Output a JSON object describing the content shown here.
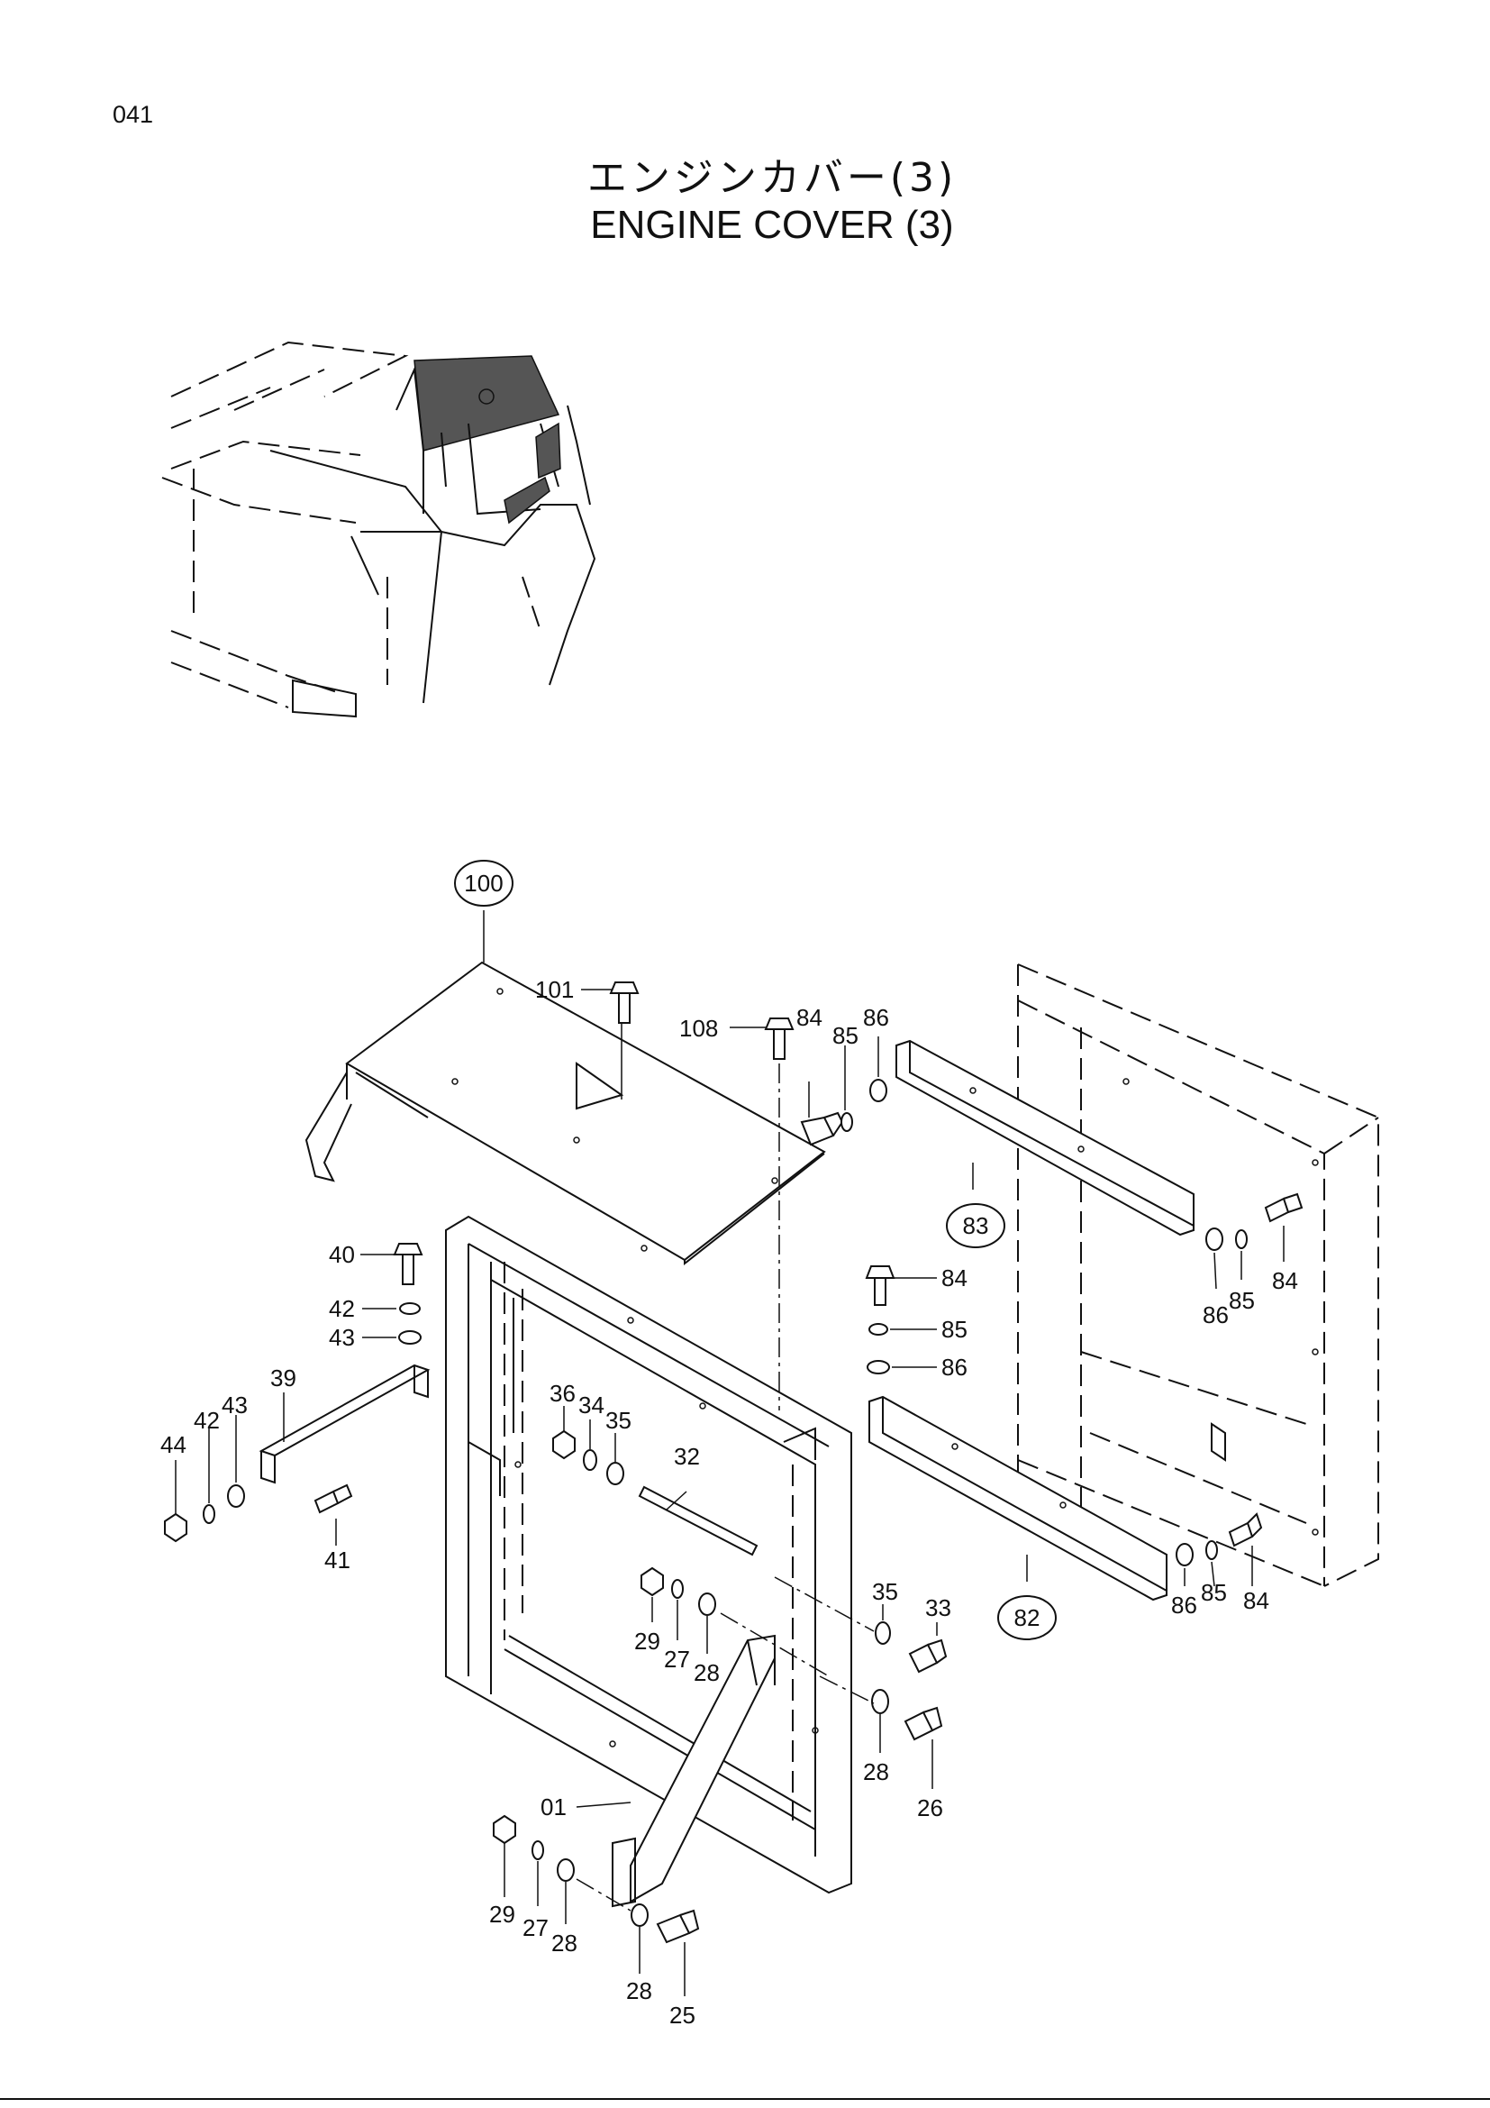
{
  "page_number": "041",
  "title_jp": "エンジンカバー(3)",
  "title_en": "ENGINE COVER (3)",
  "callouts": {
    "c100": "100",
    "c101": "101",
    "c108": "108",
    "c84a": "84",
    "c85a": "85",
    "c86a": "86",
    "c83": "83",
    "c86b": "86",
    "c85b": "85",
    "c84b": "84",
    "c84c": "84",
    "c85c": "85",
    "c86c": "86",
    "c40": "40",
    "c42a": "42",
    "c43a": "43",
    "c39": "39",
    "c44": "44",
    "c42b": "42",
    "c43b": "43",
    "c41": "41",
    "c36": "36",
    "c34": "34",
    "c35a": "35",
    "c32": "32",
    "c35b": "35",
    "c33": "33",
    "c29a": "29",
    "c27a": "27",
    "c28a": "28",
    "c82": "82",
    "c86d": "86",
    "c85d": "85",
    "c84d": "84",
    "c28b": "28",
    "c26": "26",
    "c01": "01",
    "c29b": "29",
    "c27b": "27",
    "c28c": "28",
    "c28d": "28",
    "c25": "25"
  }
}
